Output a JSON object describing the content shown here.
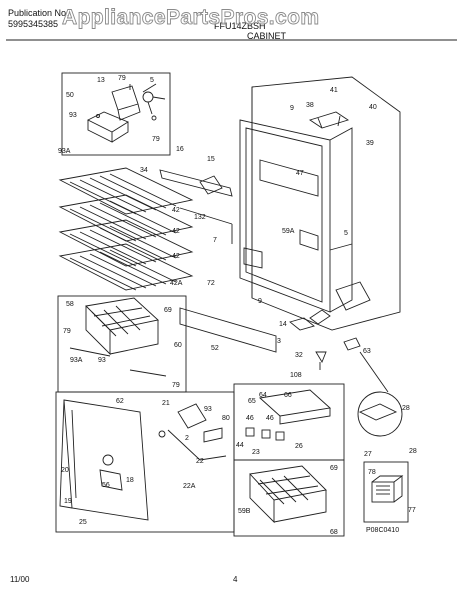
{
  "header": {
    "publication_label": "Publication No.",
    "publication_number": "5995345385",
    "model": "FFU14ZBSH",
    "section": "CABINET",
    "watermark": "AppliancePartsPros.com"
  },
  "footer": {
    "date": "11/00",
    "page": "4"
  },
  "drawing_code": "P08C0410",
  "callouts": {
    "c13": "13",
    "c79a": "79",
    "c5a": "5",
    "c50": "50",
    "c93a": "93",
    "c79b": "79",
    "c93A": "93A",
    "c41": "41",
    "c38": "38",
    "c9a": "9",
    "c40": "40",
    "c39": "39",
    "c34": "34",
    "c16": "16",
    "c15": "15",
    "c47": "47",
    "c42a": "42",
    "c42b": "42",
    "c42c": "42",
    "c42A": "42A",
    "c132": "132",
    "c7": "7",
    "c59A": "59A",
    "c5b": "5",
    "c72": "72",
    "c9b": "9",
    "c58": "58",
    "c69a": "69",
    "c79c": "79",
    "c60": "60",
    "c52": "52",
    "c93A2": "93A",
    "c93b": "93",
    "c79d": "79",
    "c14": "14",
    "c3": "3",
    "c32": "32",
    "c63": "63",
    "c108": "108",
    "c62": "62",
    "c21": "21",
    "c93c": "93",
    "c80": "80",
    "c66": "66",
    "c65": "65",
    "c64": "64",
    "c46a": "46",
    "c46b": "46",
    "c2": "2",
    "c22": "22",
    "c22A": "22A",
    "c44": "44",
    "c23": "23",
    "c26": "26",
    "c18": "18",
    "c20": "20",
    "c56": "56",
    "c19": "19",
    "c25": "25",
    "c69b": "69",
    "c59B": "59B",
    "c68": "68",
    "c28a": "28",
    "c27": "27",
    "c28b": "28",
    "c78": "78",
    "c77": "77"
  }
}
